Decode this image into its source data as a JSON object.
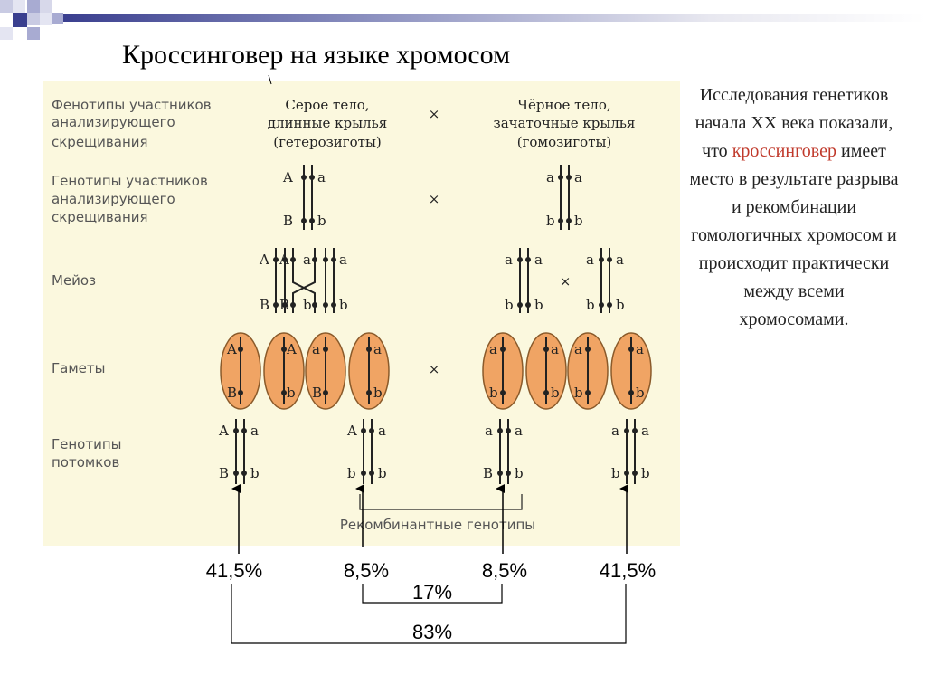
{
  "slide": {
    "title": "Кроссинговер на языке хромосом",
    "side_text_before": "Исследования генетиков начала XX века показали, что ",
    "side_text_highlight": "кроссинговер",
    "side_text_after": " имеет место в результате разрыва и рекомбинации гомологичных хромосом и происходит практически между всеми хромосомами."
  },
  "rows": {
    "phenotypes": [
      "Фенотипы участников",
      "анализирующего",
      "скрещивания"
    ],
    "genotypes": [
      "Генотипы участников",
      "анализирующего",
      "скрещивания"
    ],
    "meiosis": "Мейоз",
    "gametes": "Гаметы",
    "offspring": [
      "Генотипы",
      "потомков"
    ]
  },
  "parents": {
    "left": [
      "Серое тело,",
      "длинные крылья",
      "(гетерозиготы)"
    ],
    "right": [
      "Чёрное тело,",
      "зачаточные крылья",
      "(гомозиготы)"
    ],
    "cross_symbol": "×"
  },
  "alleles": {
    "A": "A",
    "a": "a",
    "B": "B",
    "b": "b"
  },
  "recombinant_label": "Рекомбинантные генотипы",
  "percentages": {
    "p1": "41,5%",
    "p2": "8,5%",
    "p3": "8,5%",
    "p4": "41,5%",
    "sum_recombinant": "17%",
    "sum_parental": "83%"
  },
  "colors": {
    "panel": "#fbf8de",
    "gamete_fill": "#f0a464",
    "highlight": "#c0392b"
  }
}
